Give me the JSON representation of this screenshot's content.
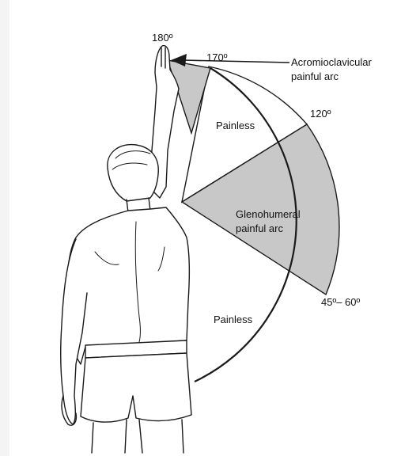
{
  "diagram": {
    "degree_labels": {
      "deg_180": "180º",
      "deg_170": "170º",
      "deg_120": "120º",
      "deg_45_60": "45º– 60º"
    },
    "regions": {
      "acromioclavicular": {
        "line1": "Acromioclavicular",
        "line2": "painful arc"
      },
      "painless_upper": "Painless",
      "glenohumeral": {
        "line1": "Glenohumeral",
        "line2": "painful arc"
      },
      "painless_lower": "Painless"
    },
    "colors": {
      "painful_fill": "#c8c8c8",
      "painless_fill": "#ffffff",
      "outline": "#1a1a1a",
      "background": "#ffffff"
    }
  }
}
